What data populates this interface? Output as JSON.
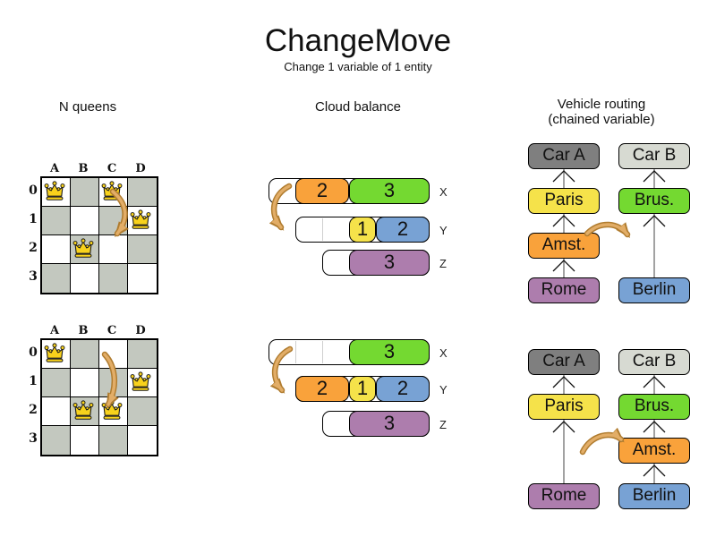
{
  "header": {
    "title": "ChangeMove",
    "subtitle": "Change 1 variable of 1 entity"
  },
  "sections": [
    {
      "id": "nqueens",
      "label": "N queens",
      "sublabel": ""
    },
    {
      "id": "cloud",
      "label": "Cloud balance",
      "sublabel": ""
    },
    {
      "id": "vehicle",
      "label": "Vehicle routing",
      "sublabel": "(chained variable)"
    }
  ],
  "palette": {
    "orange": "#f9a23b",
    "green": "#74d931",
    "yellow": "#f5e24a",
    "blue": "#78a2d4",
    "purple": "#ad7dad",
    "car_a_gray": "#7f7f7f",
    "car_b_gray": "#d7dad2",
    "board_gray": "#c3c8bf",
    "queen_gold": "#f8d21c",
    "arrow_fill": "#e2ad67",
    "arrow_edge": "#b07c2f",
    "connector_gray": "#8a8a8a"
  },
  "nqueens": {
    "column_labels": [
      "A",
      "B",
      "C",
      "D"
    ],
    "row_labels": [
      "0",
      "1",
      "2",
      "3"
    ],
    "boards": [
      {
        "name": "before",
        "queens": [
          "A0",
          "C0",
          "D1",
          "B2"
        ],
        "move": {
          "from": "C0",
          "to": "C2"
        }
      },
      {
        "name": "after",
        "queens": [
          "A0",
          "D1",
          "B2",
          "C2"
        ],
        "move": {
          "from": "C0",
          "to": "C2"
        }
      }
    ]
  },
  "cloud": {
    "states": [
      {
        "name": "before",
        "move": {
          "moved_process": "2",
          "from": "X",
          "to": "Y"
        },
        "rows": [
          {
            "label": "X",
            "capacity": 6,
            "blocks": [
              {
                "label": "2",
                "size": 2,
                "color": "orange"
              },
              {
                "label": "3",
                "size": 3,
                "color": "green"
              }
            ]
          },
          {
            "label": "Y",
            "capacity": 5,
            "blocks": [
              {
                "label": "1",
                "size": 1,
                "color": "yellow"
              },
              {
                "label": "2",
                "size": 2,
                "color": "blue"
              }
            ]
          },
          {
            "label": "Z",
            "capacity": 4,
            "blocks": [
              {
                "label": "3",
                "size": 3,
                "color": "purple"
              }
            ]
          }
        ]
      },
      {
        "name": "after",
        "move": {
          "moved_process": "2",
          "from": "X",
          "to": "Y"
        },
        "rows": [
          {
            "label": "X",
            "capacity": 6,
            "blocks": [
              {
                "label": "3",
                "size": 3,
                "color": "green"
              }
            ]
          },
          {
            "label": "Y",
            "capacity": 5,
            "blocks": [
              {
                "label": "2",
                "size": 2,
                "color": "orange"
              },
              {
                "label": "1",
                "size": 1,
                "color": "yellow"
              },
              {
                "label": "2",
                "size": 2,
                "color": "blue"
              }
            ]
          },
          {
            "label": "Z",
            "capacity": 4,
            "blocks": [
              {
                "label": "3",
                "size": 3,
                "color": "purple"
              }
            ]
          }
        ]
      }
    ]
  },
  "vehicle": {
    "states": [
      {
        "name": "before",
        "move": {
          "moved_visit": "Amst.",
          "from_chain": "Car A",
          "to_chain": "Car B"
        },
        "chains": [
          {
            "boxes": [
              {
                "label": "Car A",
                "color": "car_a_gray",
                "row": 0
              },
              {
                "label": "Paris",
                "color": "yellow",
                "row": 1
              },
              {
                "label": "Amst.",
                "color": "orange",
                "row": 2
              },
              {
                "label": "Rome",
                "color": "purple",
                "row": 3
              }
            ]
          },
          {
            "boxes": [
              {
                "label": "Car B",
                "color": "car_b_gray",
                "row": 0
              },
              {
                "label": "Brus.",
                "color": "green",
                "row": 1
              },
              {
                "label": "Berlin",
                "color": "blue",
                "row": 3
              }
            ]
          }
        ]
      },
      {
        "name": "after",
        "move": {
          "moved_visit": "Amst.",
          "from_chain": "Car A",
          "to_chain": "Car B"
        },
        "chains": [
          {
            "boxes": [
              {
                "label": "Car A",
                "color": "car_a_gray",
                "row": 0
              },
              {
                "label": "Paris",
                "color": "yellow",
                "row": 1
              },
              {
                "label": "Rome",
                "color": "purple",
                "row": 3
              }
            ]
          },
          {
            "boxes": [
              {
                "label": "Car B",
                "color": "car_b_gray",
                "row": 0
              },
              {
                "label": "Brus.",
                "color": "green",
                "row": 1
              },
              {
                "label": "Amst.",
                "color": "orange",
                "row": 2
              },
              {
                "label": "Berlin",
                "color": "blue",
                "row": 3
              }
            ]
          }
        ]
      }
    ]
  }
}
